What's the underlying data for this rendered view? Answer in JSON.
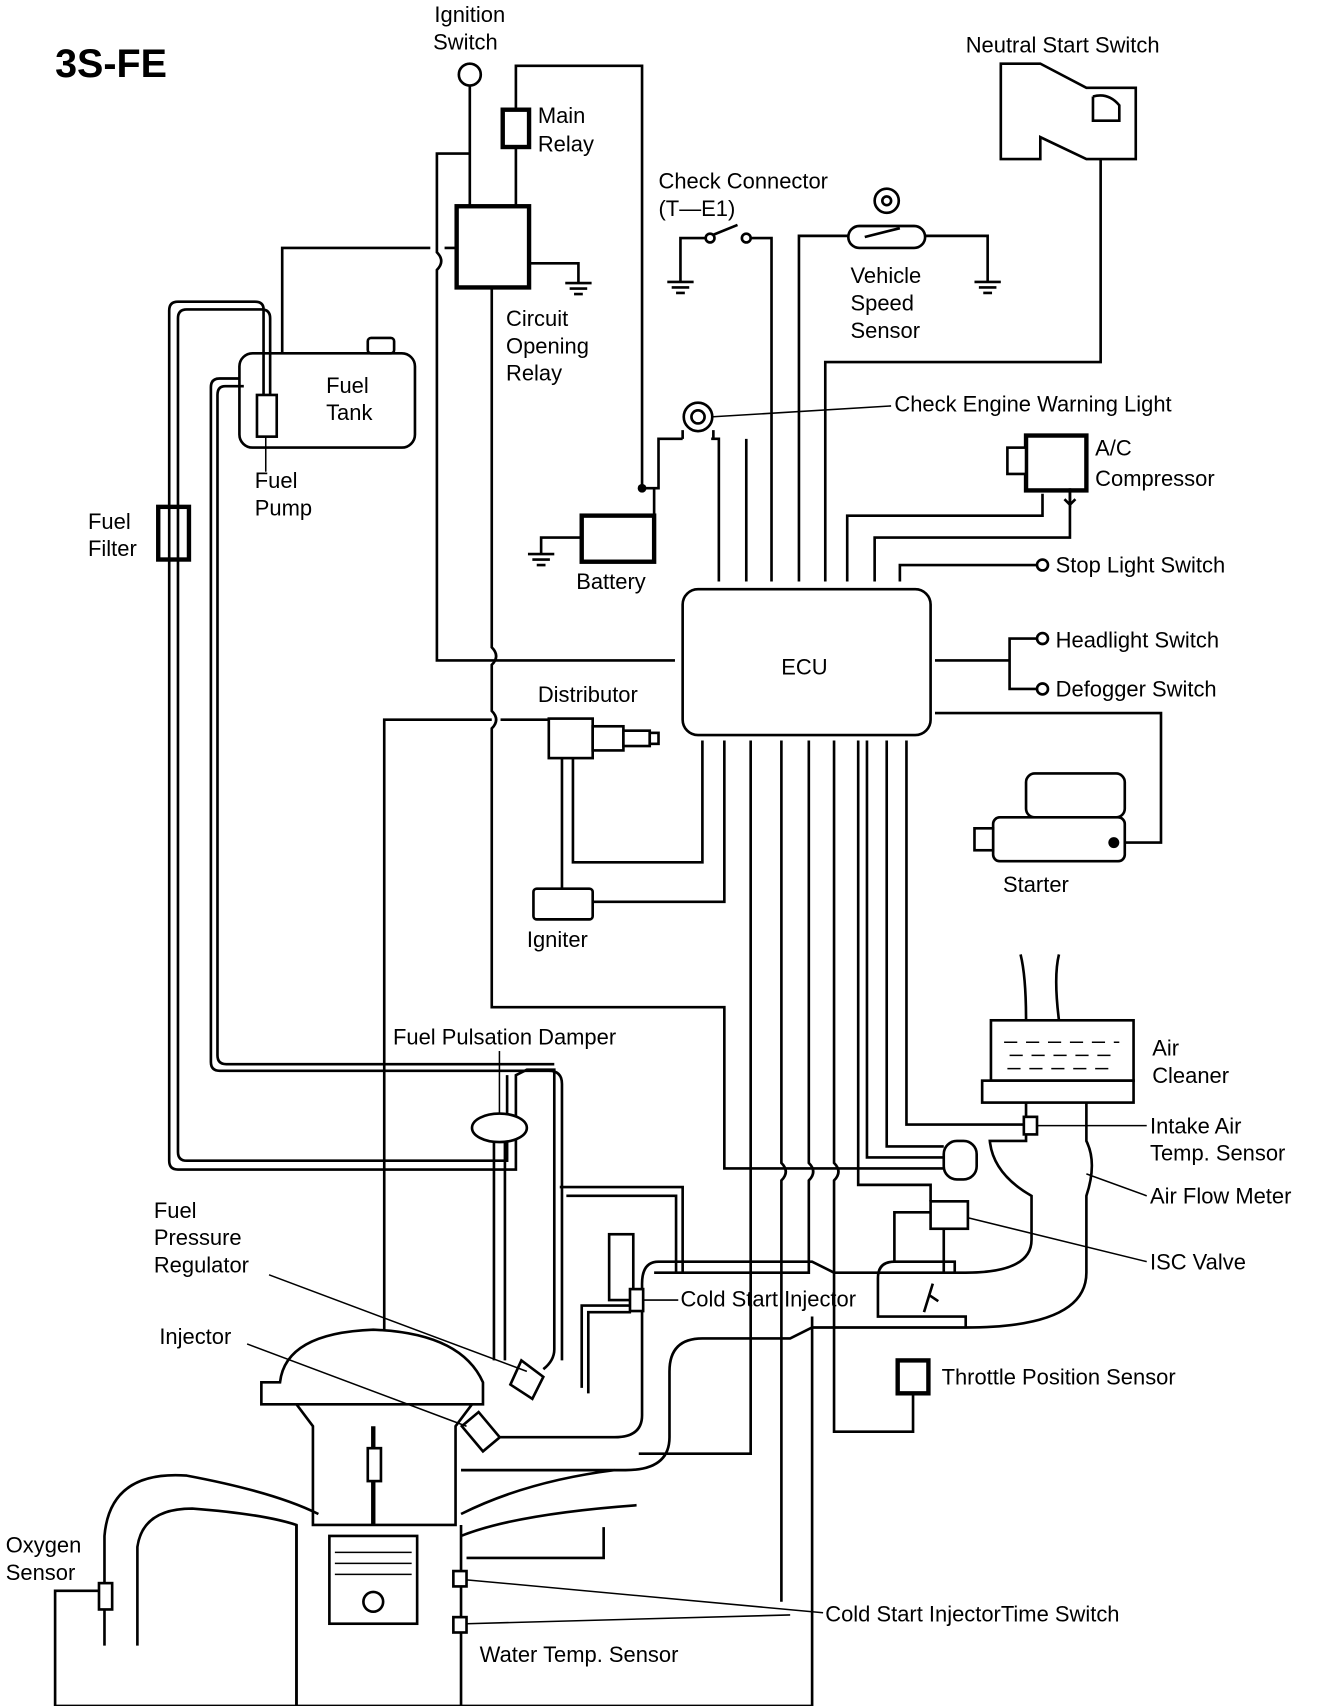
{
  "title": "3S-FE",
  "labels": {
    "ignition_switch": [
      "Ignition",
      "Switch"
    ],
    "main_relay": [
      "Main",
      "Relay"
    ],
    "circuit_opening_relay": [
      "Circuit",
      "Opening",
      "Relay"
    ],
    "check_connector": [
      "Check Connector",
      "(T—E1)"
    ],
    "vehicle_speed_sensor": [
      "Vehicle",
      "Speed",
      "Sensor"
    ],
    "neutral_start_switch": "Neutral Start Switch",
    "fuel_tank": [
      "Fuel",
      "Tank"
    ],
    "fuel_pump": [
      "Fuel",
      "Pump"
    ],
    "fuel_filter": [
      "Fuel",
      "Filter"
    ],
    "check_engine_warning_light": "Check Engine Warning Light",
    "ac_compressor": [
      "A/C",
      "Compressor"
    ],
    "battery": "Battery",
    "stop_light_switch": "Stop Light Switch",
    "ecu": "ECU",
    "headlight_switch": "Headlight Switch",
    "defogger_switch": "Defogger Switch",
    "distributor": "Distributor",
    "starter": "Starter",
    "igniter": "Igniter",
    "air_cleaner": [
      "Air",
      "Cleaner"
    ],
    "fuel_pulsation_damper": "Fuel Pulsation Damper",
    "intake_air_temp_sensor": [
      "Intake Air",
      "Temp. Sensor"
    ],
    "air_flow_meter": "Air Flow Meter",
    "isc_valve": "ISC Valve",
    "fuel_pressure_regulator": [
      "Fuel",
      "Pressure",
      "Regulator"
    ],
    "cold_start_injector": "Cold Start Injector",
    "injector": "Injector",
    "throttle_position_sensor": "Throttle Position Sensor",
    "oxygen_sensor": [
      "Oxygen",
      "Sensor"
    ],
    "cold_start_injector_time_switch": "Cold Start InjectorTime Switch",
    "water_temp_sensor": "Water Temp. Sensor"
  },
  "colors": {
    "line": "#000000",
    "background": "#ffffff"
  }
}
